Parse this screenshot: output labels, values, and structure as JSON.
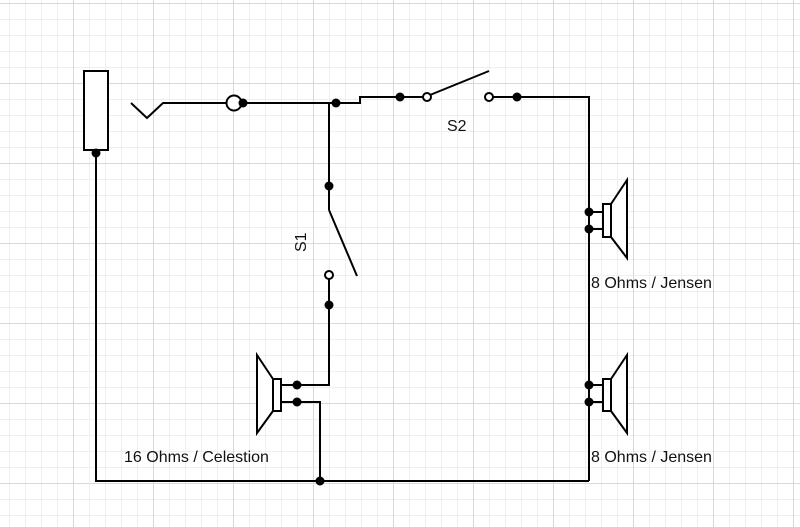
{
  "labels": {
    "s1": "S1",
    "s2": "S2",
    "speaker_right_top": "8 Ohms / Jensen",
    "speaker_right_bottom": "8 Ohms / Jensen",
    "speaker_left": "16 Ohms / Celestion"
  },
  "colors": {
    "line": "#000000",
    "grid": "#d9d9d9"
  }
}
